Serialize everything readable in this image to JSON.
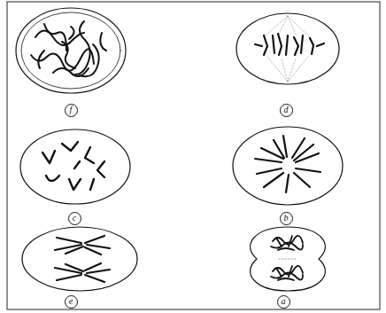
{
  "diagram": {
    "nodes": [
      {
        "text": [
          "f"
        ]
      },
      {
        "text": [
          "d"
        ]
      },
      {
        "text": [
          "c"
        ]
      },
      {
        "text": [
          "b"
        ]
      },
      {
        "text": [
          "e"
        ]
      },
      {
        "text": [
          "a"
        ]
      }
    ]
  }
}
